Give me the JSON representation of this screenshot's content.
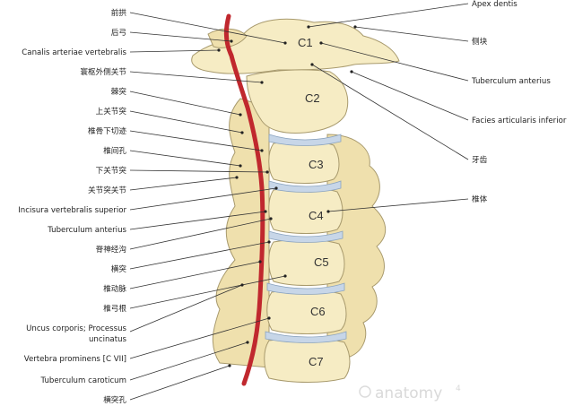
{
  "labels_left": [
    "前拱",
    "后弓",
    "Canalis arteriae vertebralis",
    "寰枢外侧关节",
    "棘突",
    "上关节突",
    "椎骨下切迹",
    "椎间孔",
    "下关节突",
    "关节突关节",
    "Incisura vertebralis superior",
    "Tuberculum anterius",
    "脊神经沟",
    "横突",
    "椎动脉",
    "椎弓根",
    "Uncus corporis; Processus",
    "uncinatus",
    "Vertebra prominens [C VII]",
    "Tuberculum caroticum",
    "横突孔"
  ],
  "labels_right": [
    "Apex dentis",
    "侧块",
    "Tuberculum anterius",
    "Facies articularis inferior",
    "牙齿",
    "椎体"
  ],
  "vertebrae": [
    "C1",
    "C2",
    "C3",
    "C4",
    "C5",
    "C6",
    "C7"
  ],
  "watermark": "anatomy",
  "watermark_sup": "4",
  "colors": {
    "bone": "#f6ecc4",
    "disc": "#c7d6e8",
    "artery": "#c0282e"
  }
}
